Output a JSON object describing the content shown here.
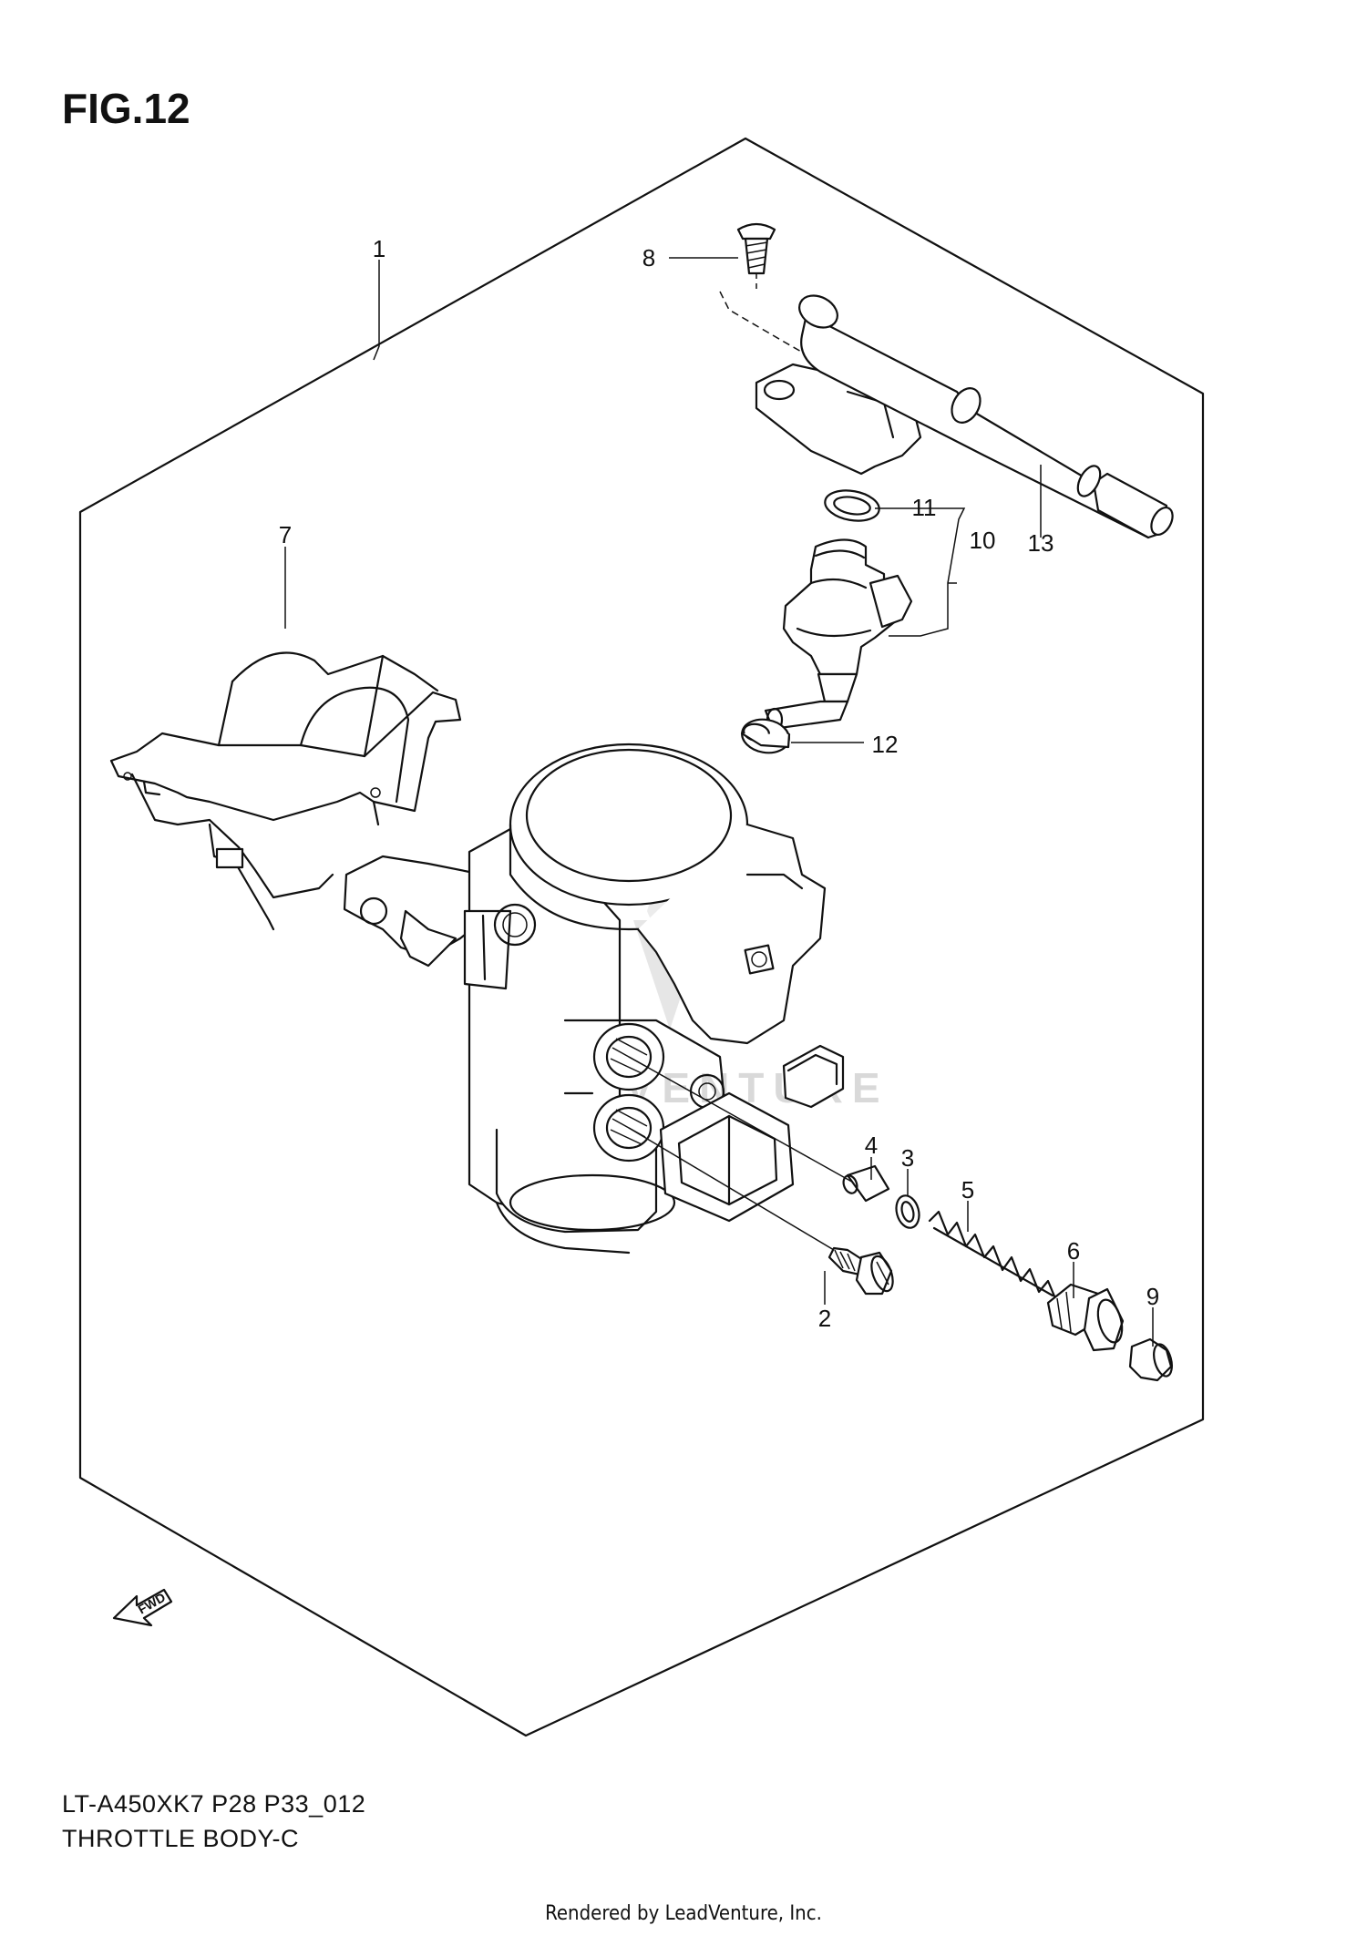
{
  "figure": {
    "title": "FIG.12",
    "model_code": "LT-A450XK7 P28 P33_012",
    "section_name": "THROTTLE BODY-C",
    "credit": "Rendered by LeadVenture, Inc.",
    "watermark": "LEADVENTURE",
    "direction_label": "FWD"
  },
  "callouts": [
    {
      "id": "1",
      "label": "1"
    },
    {
      "id": "2",
      "label": "2"
    },
    {
      "id": "3",
      "label": "3"
    },
    {
      "id": "4",
      "label": "4"
    },
    {
      "id": "5",
      "label": "5"
    },
    {
      "id": "6",
      "label": "6"
    },
    {
      "id": "7",
      "label": "7"
    },
    {
      "id": "8",
      "label": "8"
    },
    {
      "id": "9",
      "label": "9"
    },
    {
      "id": "10",
      "label": "10"
    },
    {
      "id": "11",
      "label": "11"
    },
    {
      "id": "12",
      "label": "12"
    },
    {
      "id": "13",
      "label": "13"
    }
  ]
}
